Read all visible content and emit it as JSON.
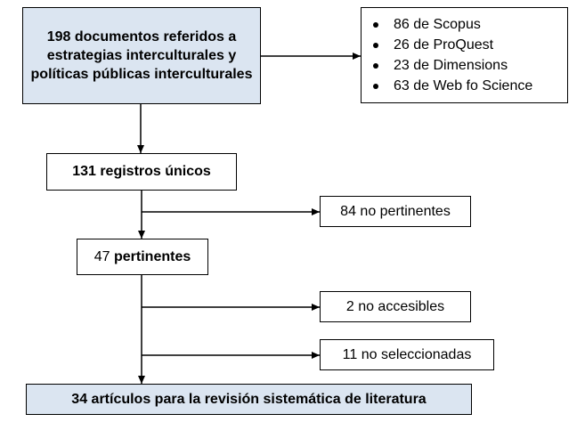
{
  "flowchart": {
    "initial": "198 documentos referidos a estrategias interculturales y políticas públicas interculturales",
    "sources": [
      "86 de Scopus",
      "26 de  ProQuest",
      "23 de Dimensions",
      "63 de Web fo Science"
    ],
    "unique": "131 registros únicos",
    "not_relevant": "84 no pertinentes",
    "relevant_count": "47",
    "relevant_label": "pertinentes",
    "not_accessible": "2 no accesibles",
    "not_selected": "11 no seleccionadas",
    "final": "34 artículos para la revisión sistemática de literatura"
  }
}
